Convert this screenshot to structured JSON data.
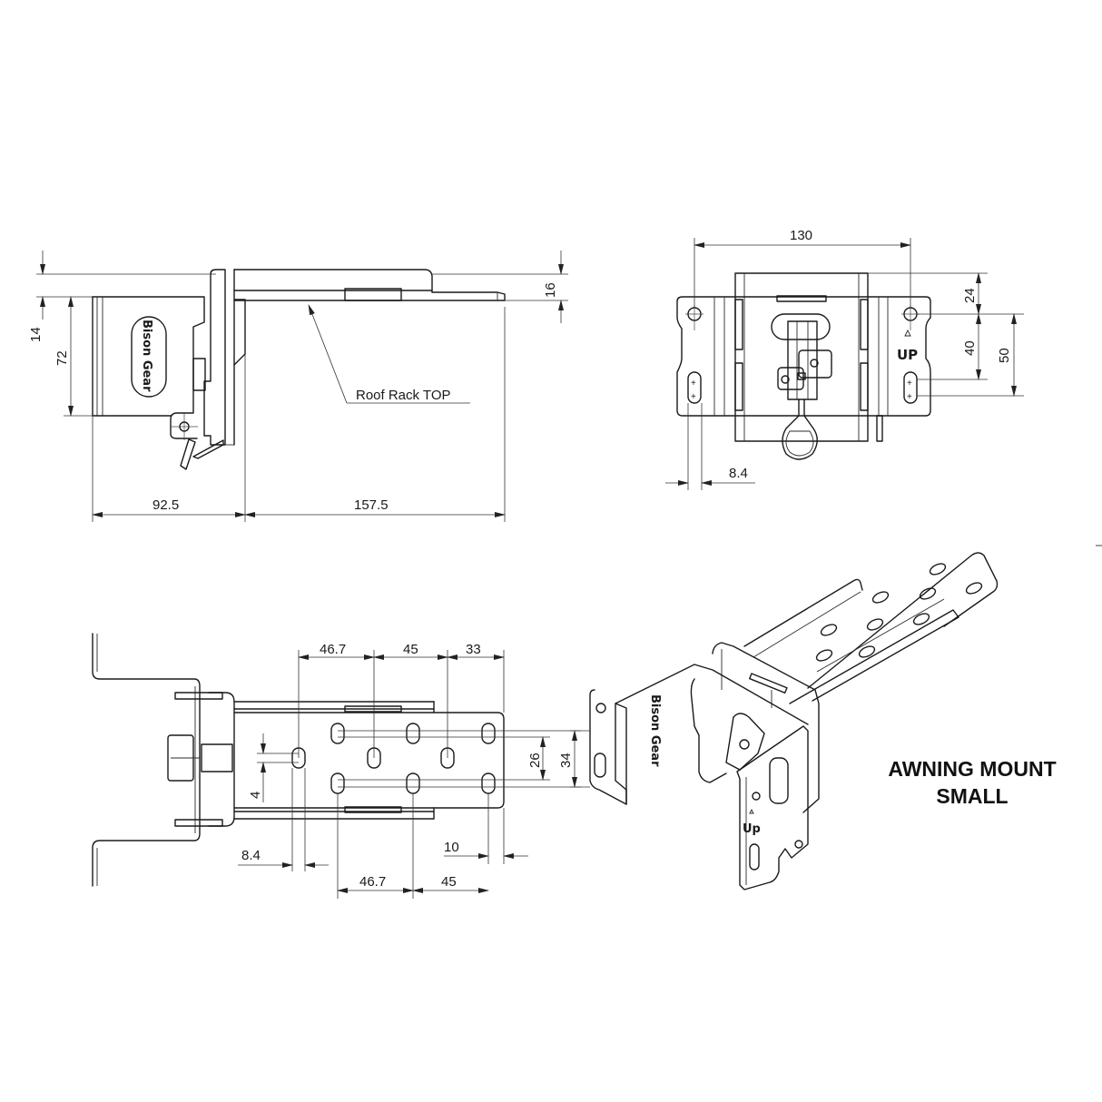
{
  "title": {
    "line1": "AWNING MOUNT",
    "line2": "SMALL"
  },
  "side_view": {
    "callout_label": "Roof Rack TOP",
    "engraving": "Bison Gear",
    "dimensions": {
      "top_offset": "14",
      "height": "72",
      "plate_thickness": "16",
      "left_width": "92.5",
      "right_width": "157.5"
    }
  },
  "front_view": {
    "engraving": "UP",
    "dimensions": {
      "hole_spacing": "130",
      "top_to_hole": "24",
      "hole_to_slot": "40",
      "hole_to_slot_end": "50",
      "slot_width": "8.4"
    }
  },
  "top_view": {
    "dimensions": {
      "top_spacing_1": "46.7",
      "top_spacing_2": "45",
      "top_spacing_3": "33",
      "row_spacing_inner": "26",
      "row_spacing_outer": "34",
      "slot_offset": "4",
      "slot_width": "8.4",
      "edge_offset": "10",
      "bottom_spacing_1": "46.7",
      "bottom_spacing_2": "45"
    }
  },
  "iso_view": {
    "engraving_side": "Bison Gear",
    "engraving_front": "Up"
  }
}
